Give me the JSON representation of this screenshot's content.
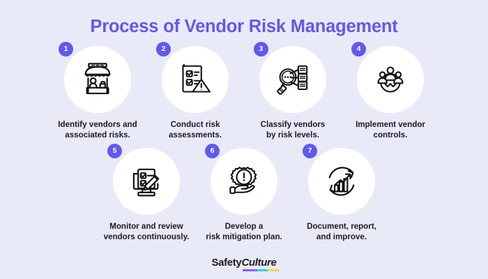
{
  "page": {
    "title": "Process of Vendor Risk Management",
    "background_color": "#e8ebf7",
    "accent_color": "#6258f0",
    "text_color": "#1b1b22"
  },
  "steps": [
    {
      "number": "1",
      "caption": "Identify vendors and\nassociated risks.",
      "icon": "market-stall-vendor-icon"
    },
    {
      "number": "2",
      "caption": "Conduct risk\nassessments.",
      "icon": "checklist-warning-icon"
    },
    {
      "number": "3",
      "caption": "Classify vendors\nby risk levels.",
      "icon": "magnifier-documents-icon"
    },
    {
      "number": "4",
      "caption": "Implement vendor\ncontrols.",
      "icon": "people-gear-icon"
    },
    {
      "number": "5",
      "caption": "Monitor and review\nvendors continuously.",
      "icon": "monitor-checklist-pencil-icon"
    },
    {
      "number": "6",
      "caption": "Develop a\nrisk mitigation plan.",
      "icon": "hand-gear-alert-icon"
    },
    {
      "number": "7",
      "caption": "Document, report,\nand improve.",
      "icon": "growth-chart-cycle-icon"
    }
  ],
  "logo": {
    "part_one": "Safety",
    "part_two": "Culture",
    "underline_colors": [
      "#8b5cf6",
      "#22d3ee",
      "#fcd34d"
    ]
  }
}
